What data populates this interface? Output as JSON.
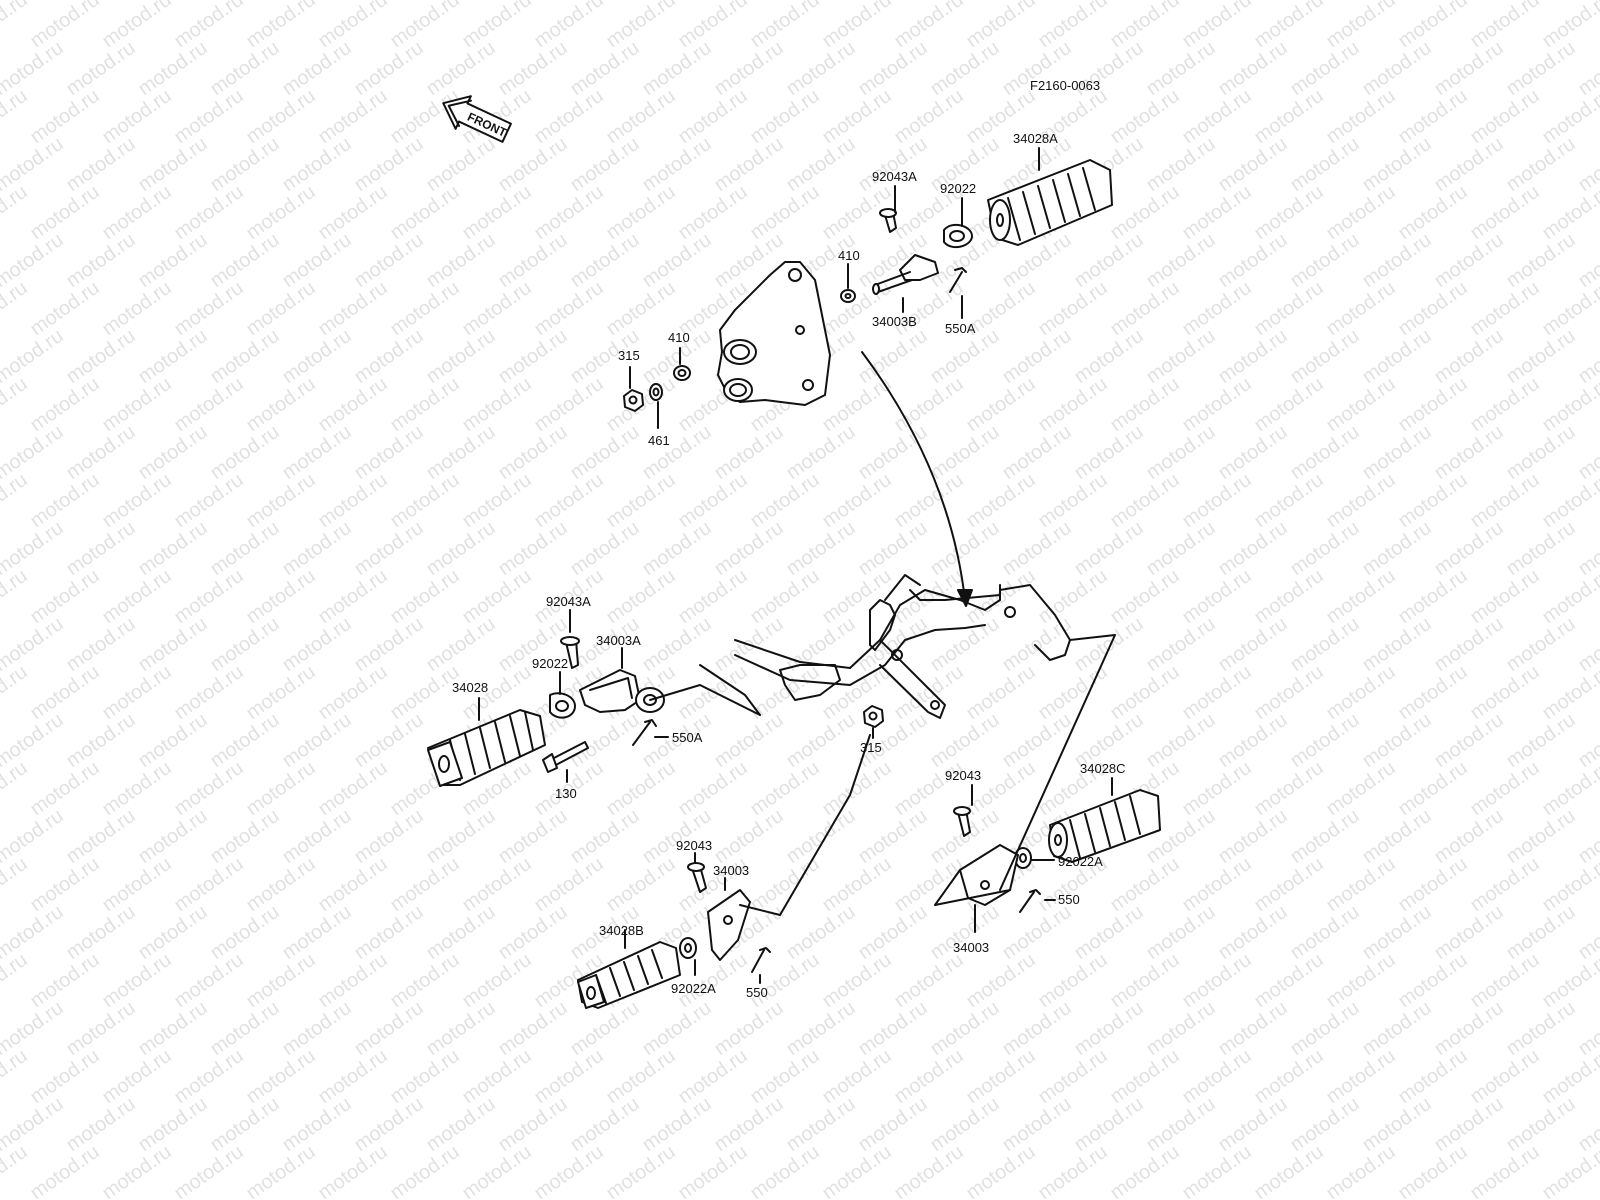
{
  "figure_code": "F2160-0063",
  "front_label": "FRONT",
  "watermark_text": "motod.ru",
  "colors": {
    "ink": "#111111",
    "watermark": "#c9c9c9",
    "background": "#ffffff"
  },
  "part_labels": {
    "rr_footpeg": "34028A",
    "rr_bolt": "92043A",
    "rr_washer": "92022",
    "rr_bracket_washer": "410",
    "rr_bracket": "34003B",
    "rr_cotter_pin": "550A",
    "plate_nut": "315",
    "plate_washer": "410",
    "plate_lock_washer": "461",
    "fl_bolt": "92043A",
    "fl_bracket": "34003A",
    "fl_washer": "92022",
    "fl_footpeg": "34028",
    "fl_cotter_pin": "550A",
    "fl_mount_bolt": "130",
    "frame_nut": "315",
    "rl_bolt": "92043",
    "rl_footpeg": "34028C",
    "rl_washer": "92022A",
    "rl_cotter_pin": "550",
    "rl_bracket": "34003",
    "fb_bolt": "92043",
    "fb_bracket": "34003",
    "fb_footpeg": "34028B",
    "fb_washer": "92022A",
    "fb_cotter_pin": "550"
  }
}
